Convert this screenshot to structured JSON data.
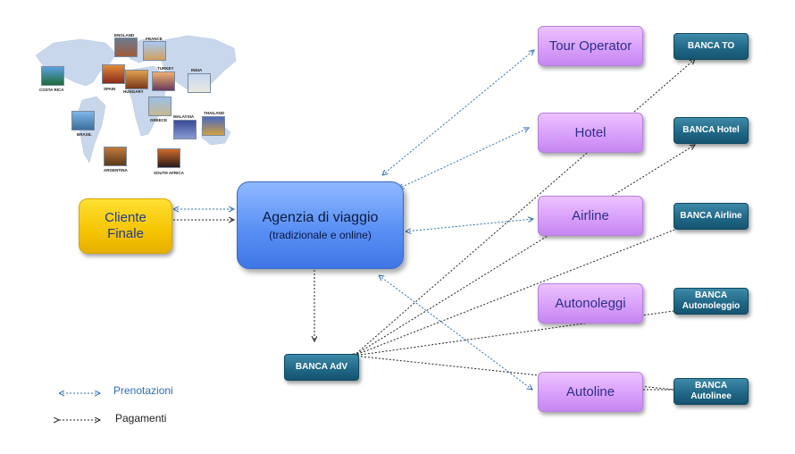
{
  "nodes": {
    "cliente": "Cliente Finale",
    "agenzia_title": "Agenzia di viaggio",
    "agenzia_sub": "(tradizionale e online)",
    "tour_operator": "Tour Operator",
    "hotel": "Hotel",
    "airline": "Airline",
    "autonoleggi": "Autonoleggi",
    "autoline": "Autoline"
  },
  "banks": {
    "to": "BANCA TO",
    "hotel": "BANCA Hotel",
    "airline": "BANCA Airline",
    "autonoleggio": "BANCA Autonoleggio",
    "autolinee": "BANCA Autolinee",
    "adv": "BANCA AdV"
  },
  "legend": {
    "prenotazioni": "Prenotazioni",
    "pagamenti": "Pagamenti"
  },
  "map_labels": {
    "costa_rica": "COSTA RICA",
    "brasil": "BRASIL",
    "argentina": "ARGENTINA",
    "england": "ENGLAND",
    "france": "FRANCE",
    "spain": "SPAIN",
    "hungary": "HUNGARY",
    "turkey": "TURKEY",
    "greece": "GREECE",
    "india": "INDIA",
    "malaysia": "MALAYSIA",
    "thailand": "THAILAND",
    "south_africa": "SOUTH AFRICA"
  },
  "colors": {
    "booking_arrow": "#2e6fb8",
    "payment_arrow": "#222222",
    "cliente_fill": "#f5c400",
    "agenzia_fill": "#5a90f5",
    "supplier_fill": "#d79dfa",
    "bank_fill": "#1f6685"
  }
}
